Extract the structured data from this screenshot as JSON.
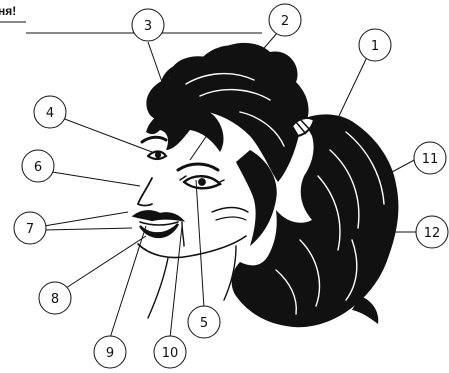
{
  "heading": "ня!",
  "callouts": [
    "1",
    "2",
    "3",
    "4",
    "5",
    "6",
    "7",
    "8",
    "9",
    "10",
    "11",
    "12"
  ],
  "colors": {
    "ink": "#111111",
    "background": "#ffffff"
  }
}
